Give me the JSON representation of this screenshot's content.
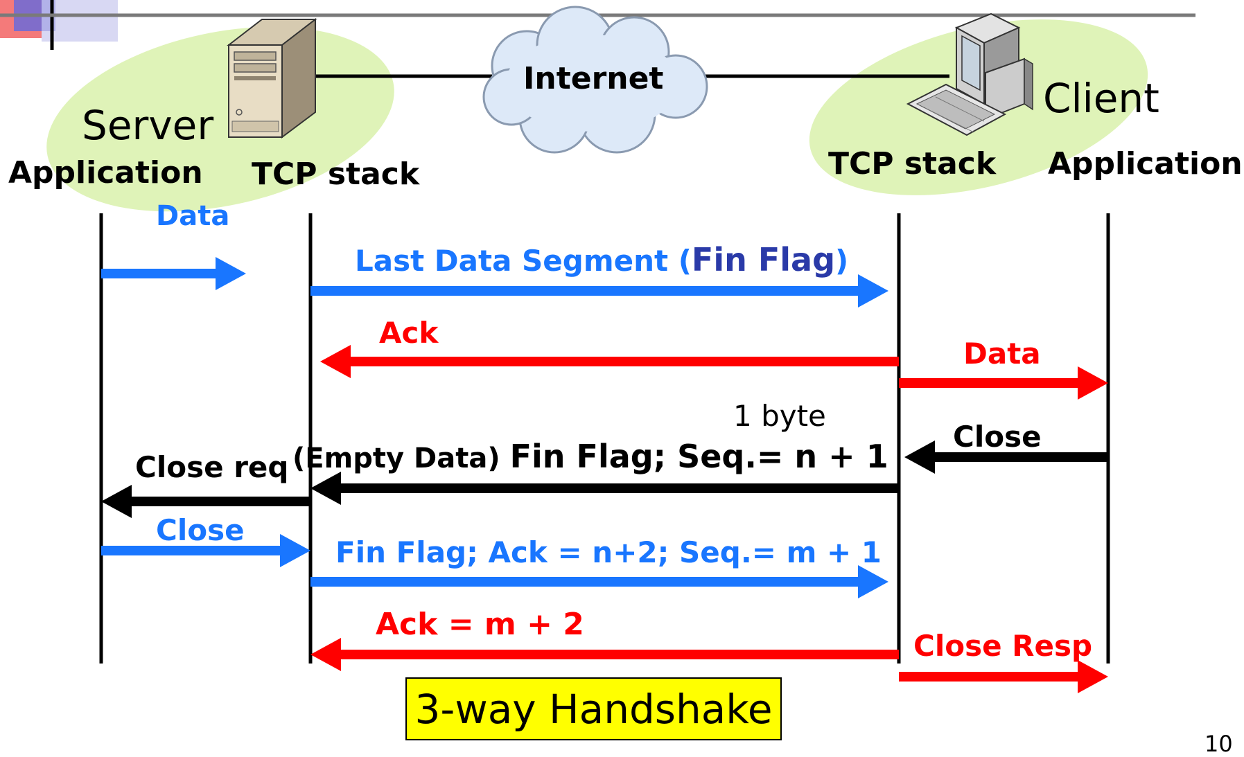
{
  "colors": {
    "blue": "#1976ff",
    "red": "#ff0000",
    "black": "#000000",
    "navy": "#2a3aa8",
    "ellipse": "#dff3b8",
    "cloud": "#dde9f8",
    "highlight": "#ffff00"
  },
  "icons": {
    "server": "server-tower-icon",
    "client": "desktop-computer-icon",
    "cloud": "cloud-icon",
    "corner": "slide-corner-decoration"
  },
  "network": {
    "label": "Internet"
  },
  "server": {
    "name": "Server",
    "app": "Application",
    "stack": "TCP stack"
  },
  "client": {
    "name": "Client",
    "app": "Application",
    "stack": "TCP stack"
  },
  "messages": {
    "data1": "Data",
    "last_segment_prefix": "Last Data Segment (",
    "last_segment_flag": "Fin Flag",
    "last_segment_suffix": ")",
    "ack1": "Ack",
    "data2": "Data",
    "byte_note": "1 byte",
    "close_client": "Close",
    "fin_prefix": "(Empty Data) ",
    "fin_main": "Fin Flag; Seq.= n + 1",
    "close_req_a": "Close",
    "close_req_b": "req",
    "close_server": "Close",
    "fin_ack": "Fin Flag; Ack = n+2; Seq.= m + 1",
    "ack_final": "Ack = m + 2",
    "close_resp": "Close Resp"
  },
  "caption": "3-way Handshake",
  "page_number": "10"
}
